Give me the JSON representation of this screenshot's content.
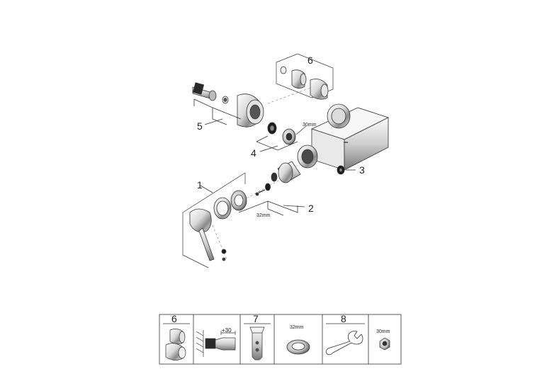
{
  "callouts": {
    "c1": "1",
    "c2": "2",
    "c3": "3",
    "c4": "4",
    "c5": "5",
    "c6": "6"
  },
  "dimensions": {
    "upper_nut": "30mm",
    "lower_ring": "32mm"
  },
  "parts_table": {
    "cells": [
      {
        "number": "6",
        "label": ""
      },
      {
        "number": "",
        "label": "+30"
      },
      {
        "number": "7",
        "label": ""
      },
      {
        "number": "",
        "label": "32mm"
      },
      {
        "number": "8",
        "label": ""
      },
      {
        "number": "",
        "label": "30mm"
      }
    ]
  },
  "colors": {
    "line": "#333333",
    "chrome_light": "#f2f2f2",
    "chrome_mid": "#c8c8c8",
    "chrome_dark": "#6e6e6e",
    "shadow": "#1c1c1c"
  }
}
